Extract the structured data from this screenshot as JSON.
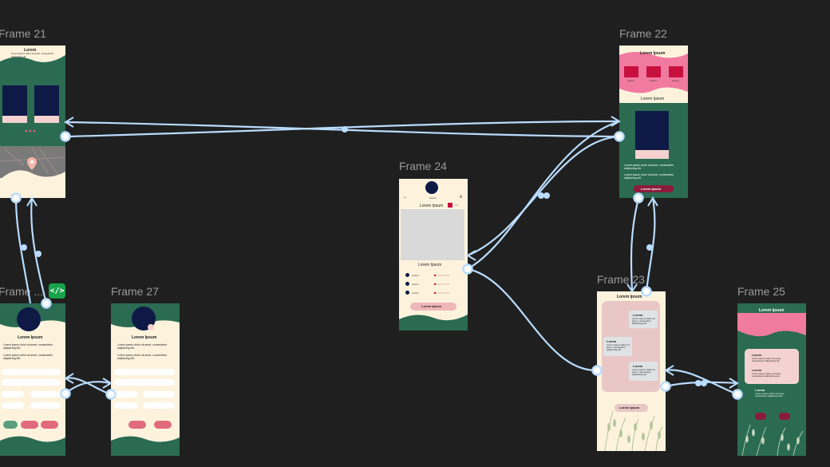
{
  "canvas": {
    "background": "#1f1f1f"
  },
  "colors": {
    "green": "#2a6b52",
    "cream": "#fdf3dd",
    "navy": "#0e1a45",
    "pink": "#f07aa0",
    "rose": "#e16a7c",
    "crimson": "#c8103f",
    "wire": "#b9dcff"
  },
  "frames": {
    "f21": {
      "label": "Frame 21",
      "title": "Lorem",
      "body": "Lorem ipsum dolor sit amet, consectetur adipiscing elit."
    },
    "f22": {
      "label": "Frame 22",
      "title": "Lorem Ipsum",
      "section": "Lorem Ipsum",
      "body1": "Lorem ipsum dolor sit amet, consectetur adipiscing elit.",
      "body2": "Lorem ipsum dolor sit amet, consectetur adipiscing elit.",
      "button": "Lorem Ipsum",
      "card_labels": [
        "Lorem",
        "Lorem",
        "Lorem"
      ]
    },
    "f24": {
      "label": "Frame 24",
      "back": "←",
      "close": "x",
      "avatar_caption": "Lorem",
      "title": "Lorem Ipsum",
      "subtitle": "Lorem Ipsum",
      "options": [
        "Lorem",
        "Lorem",
        "Lorem"
      ],
      "button": "Lorem Ipsum"
    },
    "f23": {
      "label": "Frame 23",
      "title": "Lorem Ipsum",
      "bubbles": [
        {
          "title": "Lorem",
          "text": "Lorem ipsum dolor sit amet, consectetur adipiscing elit."
        },
        {
          "title": "Lorem",
          "text": "Lorem ipsum dolor sit amet, consectetur adipiscing elit."
        },
        {
          "title": "Lorem",
          "text": "Lorem ipsum dolor sit amet, consectetur adipiscing elit."
        }
      ],
      "button": "Lorem Ipsum"
    },
    "f25": {
      "label": "Frame 25",
      "title": "Lorem Ipsum",
      "card_title": "Lorem",
      "card_text": "Lorem ipsum dolor sit amet, consectetur adipiscing elit.",
      "card2_title": "Lorem",
      "card2_text": "Lorem ipsum dolor sit amet, consectetur adipiscing elit.",
      "sub_title": "Lorem",
      "sub_text": "Lorem ipsum dolor sit amet, consectetur adipiscing elit."
    },
    "fx": {
      "label": "Frame ...",
      "title": "Lorem Ipsum",
      "body1": "Lorem ipsum dolor sit amet, consectetur adipiscing elit.",
      "body2": "Lorem ipsum dolor sit amet, consectetur adipiscing elit."
    },
    "f27": {
      "label": "Frame 27",
      "title": "Lorem Ipsum",
      "body1": "Lorem ipsum dolor sit amet, consectetur adipiscing elit.",
      "body2": "Lorem ipsum dolor sit amet, consectetur adipiscing elit."
    }
  },
  "code_button": {
    "icon": "code-icon",
    "glyph": "</>"
  }
}
